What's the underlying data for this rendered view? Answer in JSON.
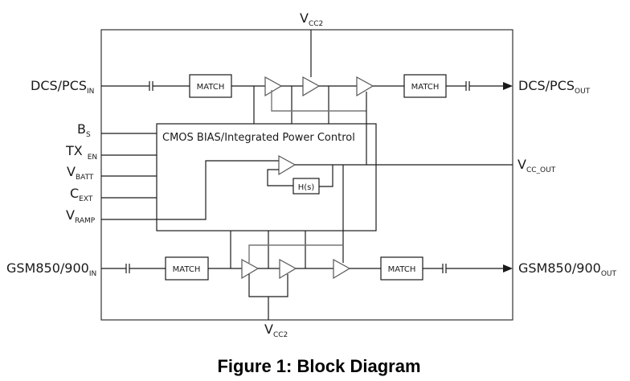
{
  "diagram": {
    "caption": "Figure 1: Block Diagram",
    "top_supply": {
      "main": "V",
      "sub": "CC2"
    },
    "bottom_supply": {
      "main": "V",
      "sub": "CC2"
    },
    "inputs": {
      "dcs_pcs_in": {
        "main": "DCS/PCS",
        "sub": "IN"
      },
      "gsm_in": {
        "main": "GSM850/900",
        "sub": "IN"
      },
      "bs": {
        "main": "B",
        "sub": "S"
      },
      "tx_en": {
        "main": "TX",
        "sub": "EN"
      },
      "vbatt": {
        "main": "V",
        "sub": "BATT"
      },
      "cext": {
        "main": "C",
        "sub": "EXT"
      },
      "vramp": {
        "main": "V",
        "sub": "RAMP"
      }
    },
    "outputs": {
      "dcs_pcs_out": {
        "main": "DCS/PCS",
        "sub": "OUT"
      },
      "gsm_out": {
        "main": "GSM850/900",
        "sub": "OUT"
      },
      "vcc_out": {
        "main": "V",
        "sub": "CC_OUT"
      }
    },
    "blocks": {
      "match_label": "MATCH",
      "control_label": "CMOS BIAS/Integrated Power Control",
      "filter_label": "H(s)"
    }
  }
}
